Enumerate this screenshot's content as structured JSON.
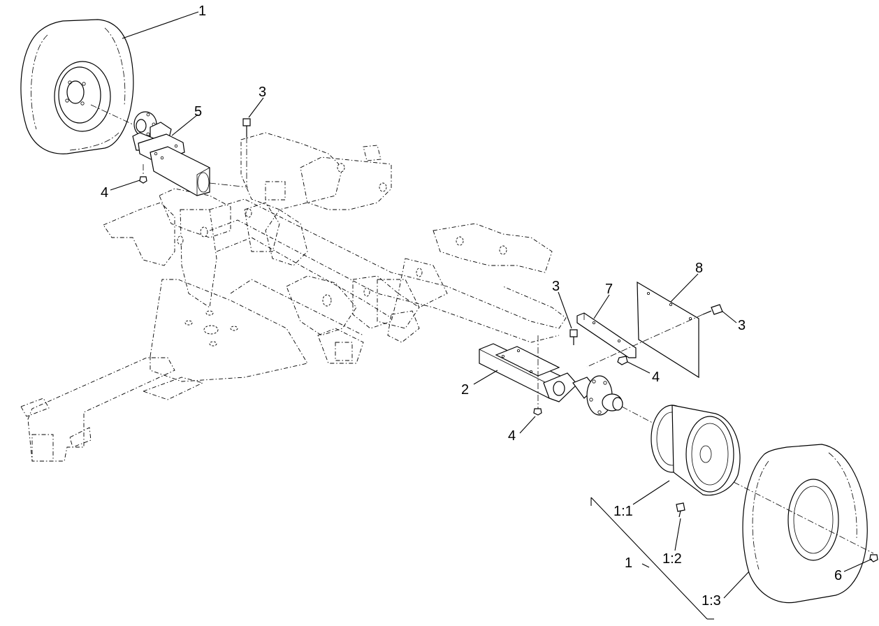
{
  "callouts": [
    {
      "id": "c-1-top",
      "text": "1"
    },
    {
      "id": "c-3-top",
      "text": "3"
    },
    {
      "id": "c-5",
      "text": "5"
    },
    {
      "id": "c-4-left",
      "text": "4"
    },
    {
      "id": "c-8",
      "text": "8"
    },
    {
      "id": "c-3-mid",
      "text": "3"
    },
    {
      "id": "c-7",
      "text": "7"
    },
    {
      "id": "c-3-right",
      "text": "3"
    },
    {
      "id": "c-4-right",
      "text": "4"
    },
    {
      "id": "c-2",
      "text": "2"
    },
    {
      "id": "c-4-low",
      "text": "4"
    },
    {
      "id": "c-1-1",
      "text": "1:1"
    },
    {
      "id": "c-1-bottom",
      "text": "1"
    },
    {
      "id": "c-1-2",
      "text": "1:2"
    },
    {
      "id": "c-1-3",
      "text": "1:3"
    },
    {
      "id": "c-6",
      "text": "6"
    }
  ]
}
